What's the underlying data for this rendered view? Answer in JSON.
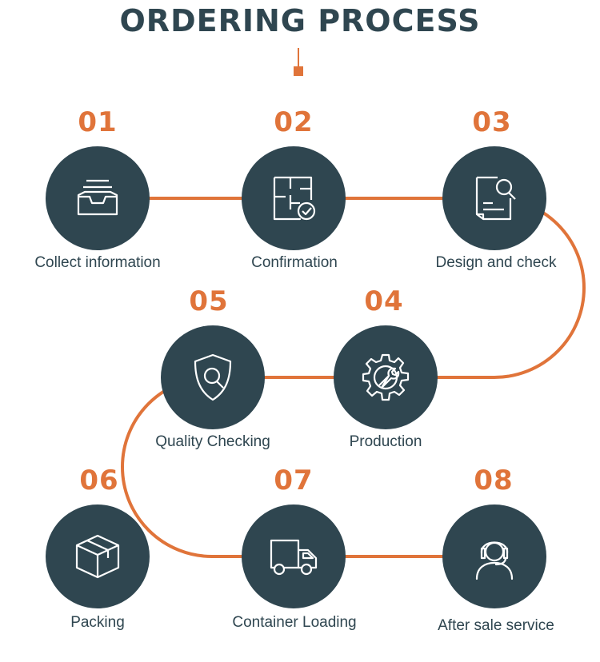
{
  "title": "ORDERING PROCESS",
  "colors": {
    "accent": "#e0743a",
    "circle": "#2f4650",
    "text": "#2f4650",
    "icon": "#ffffff"
  },
  "steps": [
    {
      "number": "01",
      "label": "Collect information",
      "icon": "inbox-tray-icon"
    },
    {
      "number": "02",
      "label": "Confirmation",
      "icon": "floorplan-check-icon"
    },
    {
      "number": "03",
      "label": "Design and check",
      "icon": "document-search-icon"
    },
    {
      "number": "04",
      "label": "Production",
      "icon": "gear-wrench-icon"
    },
    {
      "number": "05",
      "label": "Quality Checking",
      "icon": "shield-search-icon"
    },
    {
      "number": "06",
      "label": "Packing",
      "icon": "package-box-icon"
    },
    {
      "number": "07",
      "label": "Container Loading",
      "icon": "truck-icon"
    },
    {
      "number": "08",
      "label": "After sale service",
      "icon": "headset-support-icon"
    }
  ]
}
